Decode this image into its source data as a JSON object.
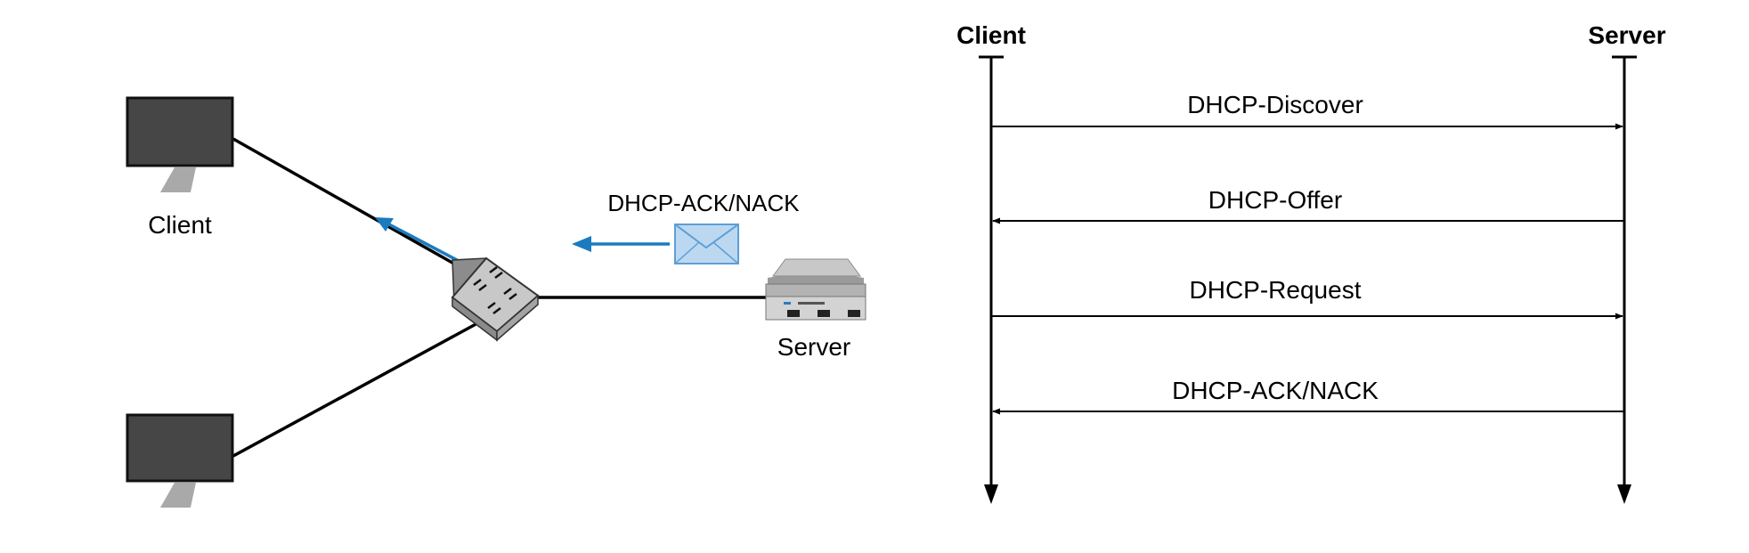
{
  "topology": {
    "client_label": "Client",
    "server_label": "Server",
    "message_label": "DHCP-ACK/NACK"
  },
  "sequence": {
    "left_lifeline": "Client",
    "right_lifeline": "Server",
    "messages": [
      {
        "label": "DHCP-Discover",
        "direction": "client-to-server"
      },
      {
        "label": "DHCP-Offer",
        "direction": "server-to-client"
      },
      {
        "label": "DHCP-Request",
        "direction": "client-to-server"
      },
      {
        "label": "DHCP-ACK/NACK",
        "direction": "server-to-client"
      }
    ]
  },
  "colors": {
    "accent_blue": "#1a7bbf",
    "envelope_fill": "#bcd8f1",
    "envelope_stroke": "#5e9ed6",
    "monitor_screen": "#464646",
    "monitor_stand": "#a9a9a9",
    "switch_body": "#bdbdbd",
    "server_body": "#b3b3b3"
  }
}
